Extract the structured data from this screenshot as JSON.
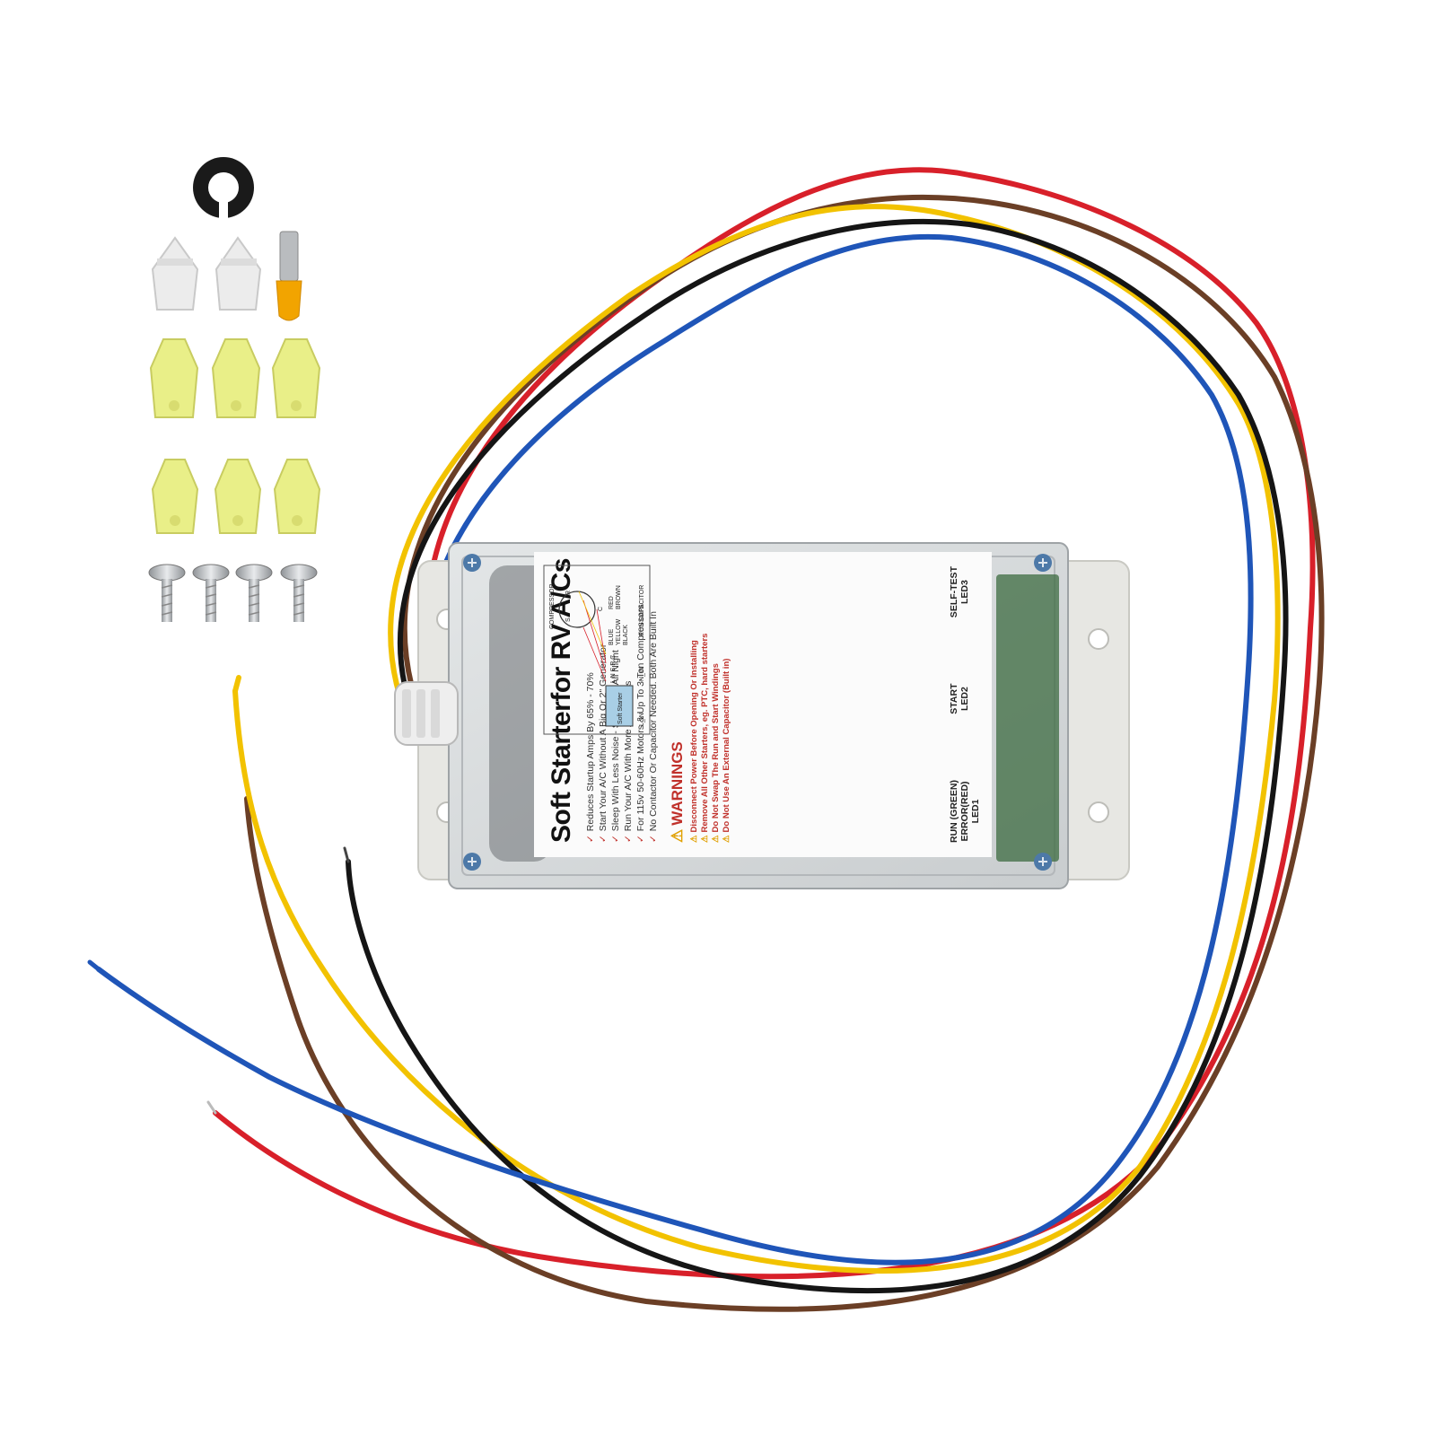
{
  "product": {
    "title": "Soft Starterfor RV A/Cs",
    "features": [
      "Reduces Startup Amps By 65% - 70%",
      "Start Your A/C Without A Big Or 2\" Generator",
      "Sleep With Less Noise - Stay Cool All Night",
      "Run Your A/C With More Appliances",
      "For 115v 50-60Hz Motors & Up To 3-Ton Compressors",
      "No Contactor Or Capacitor Needed. Both Are Built In"
    ],
    "check_glyph": "✓",
    "warnings_title": "WARNINGS",
    "warnings": [
      "Disconnect Power Before Opening Or Installing",
      "Remove All Other Starters, eg. PTC, hard starters",
      "Do Not Swap The Run and Start Windings",
      "Do Not Use An External Capacitor (Built in)"
    ],
    "warning_icon": "warning-triangle-icon",
    "leds": [
      {
        "line1": "RUN (GREEN)",
        "line2": "ERROR(RED)",
        "line3": "LED1"
      },
      {
        "line1": "START",
        "line2": "LED2",
        "line3": ""
      },
      {
        "line1": "SELF-TEST",
        "line2": "LED3",
        "line3": ""
      }
    ],
    "diagram": {
      "compressor": "COMPRESSOR",
      "soft_starter": "Soft Starter",
      "terminals": "L N S R C",
      "run_capacitor": "RUN CAPACITOR",
      "l_in": "L_IN",
      "n_in": "N_IN",
      "wires": [
        "BLUE",
        "YELLOW",
        "BLACK",
        "RED",
        "BROWN"
      ],
      "s": "S",
      "r": "R",
      "c": "C"
    }
  },
  "accessories": {
    "grommet": 1,
    "white_wire_nuts": 2,
    "yellow_terminal": 1,
    "yellow_wire_nuts": 6,
    "screws": 4
  },
  "colors": {
    "background": "#ffffff",
    "housing": "#e7e7e3",
    "lid": "#d8dbdc",
    "wire_red": "#d8202a",
    "wire_brown": "#6b3f26",
    "wire_yellow": "#f2c200",
    "wire_black": "#151515",
    "wire_blue": "#1f55b8",
    "connector_yellow": "#e9ef88",
    "warning_red": "#c0302a"
  }
}
